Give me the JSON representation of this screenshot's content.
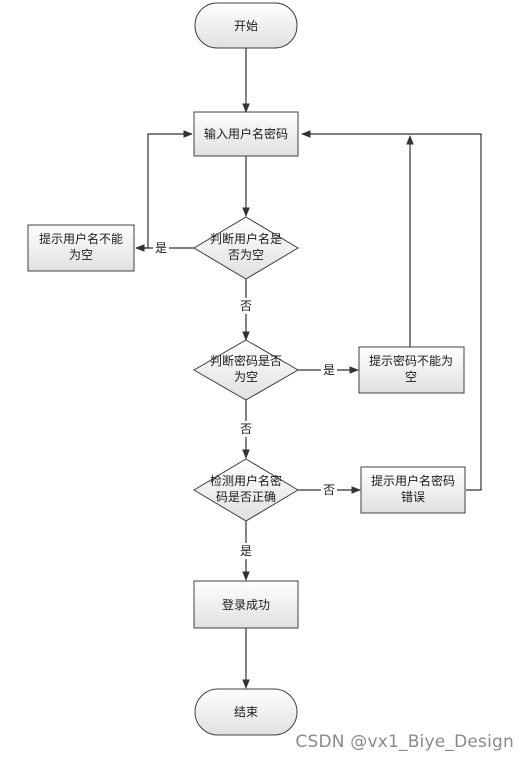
{
  "diagram": {
    "nodes": {
      "start": "开始",
      "input": "输入用户名密码",
      "check_username": [
        "判断用户名是",
        "否为空"
      ],
      "warn_username": [
        "提示用户名不能",
        "为空"
      ],
      "check_password": [
        "判断密码是否",
        "为空"
      ],
      "warn_password": [
        "提示密码不能为",
        "空"
      ],
      "check_correct": [
        "检测用户名密",
        "码是否正确"
      ],
      "warn_error": [
        "提示用户名密码",
        "错误"
      ],
      "login_ok": "登录成功",
      "end": "结束"
    },
    "edges": {
      "username_yes": "是",
      "username_no": "否",
      "password_yes": "是",
      "password_no": "否",
      "correct_no": "否",
      "correct_yes": "是"
    }
  },
  "colors": {
    "fill_top": "#ffffff",
    "fill_bottom": "#e2e2e2",
    "stroke": "#404040",
    "text": "#1a1a1a"
  },
  "watermark": "CSDN @vx1_Biye_Design"
}
